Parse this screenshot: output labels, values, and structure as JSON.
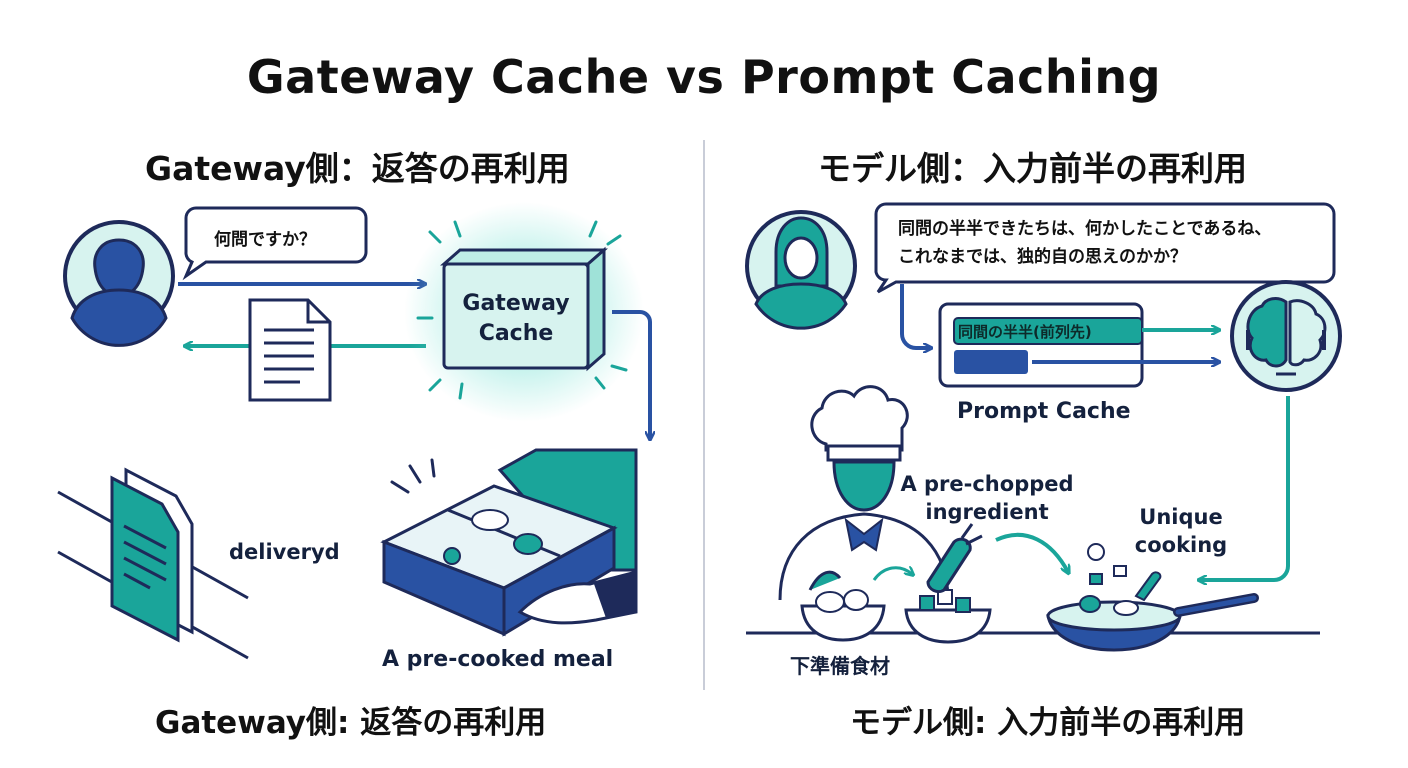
{
  "title": "Gateway Cache vs Prompt Caching",
  "left": {
    "heading": "Gateway側：返答の再利用",
    "bubble": "何問ですか？",
    "cache_label_line1": "Gateway",
    "cache_label_line2": "Cache",
    "delivered_label": "deliveryd",
    "meal_label": "A pre-cooked meal",
    "footer": "Gateway側: 返答の再利用"
  },
  "right": {
    "heading": "モデル側：入力前半の再利用",
    "bubble_line1": "同問の半半できたちは、何かしたことであるね、",
    "bubble_line2": "これなまでは、独的自の思えのかか？",
    "prefix_chip": "同間の半半(前列先)",
    "cache_label": "Prompt Cache",
    "ingredient_line1": "A pre-chopped",
    "ingredient_line2": "ingredient",
    "cooking_line1": "Unique",
    "cooking_line2": "cooking",
    "prep_label": "下準備食材",
    "footer": "モデル側: 入力前半の再利用"
  },
  "colors": {
    "navy": "#1e2a5a",
    "blue": "#2952a3",
    "teal": "#1aa59a",
    "teal_light": "#d7f3ef",
    "divider": "#c9cdd8"
  },
  "icons": [
    "user-icon",
    "document-icon",
    "cache-box-icon",
    "bento-box-icon",
    "hand-icon",
    "ai-brain-icon",
    "chef-icon",
    "bowl-icon",
    "frying-pan-icon",
    "carrot-icon"
  ]
}
